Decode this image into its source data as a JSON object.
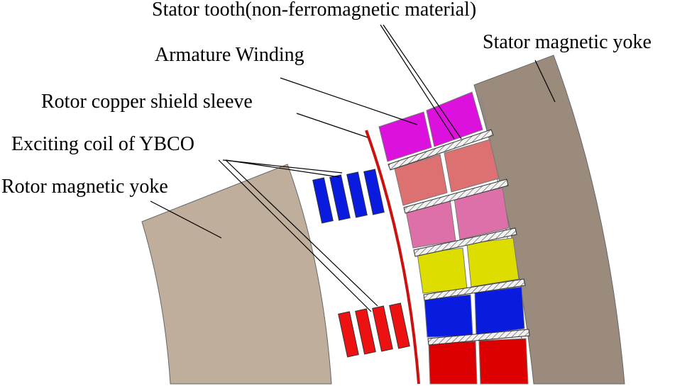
{
  "labels": {
    "stator_tooth": "Stator tooth(non-ferromagnetic material)",
    "armature_winding": "Armature Winding",
    "stator_yoke": "Stator magnetic yoke",
    "rotor_shield": "Rotor copper shield sleeve",
    "exciting_coil": "Exciting coil of YBCO",
    "rotor_yoke": "Rotor magnetic yoke"
  },
  "colors": {
    "rotor_yoke": "#bfae9c",
    "stator_yoke": "#9b8b7d",
    "shield": "#cc1111",
    "coil_blue": "#0a1be0",
    "coil_red": "#ee1111",
    "winding_magenta": "#dd11dd",
    "winding_salmon": "#dd7070",
    "winding_pink": "#dd70a8",
    "winding_yellow": "#dddd00",
    "winding_blue": "#0a1be0",
    "winding_red": "#dd0000",
    "tooth": "#e8e8e8"
  }
}
